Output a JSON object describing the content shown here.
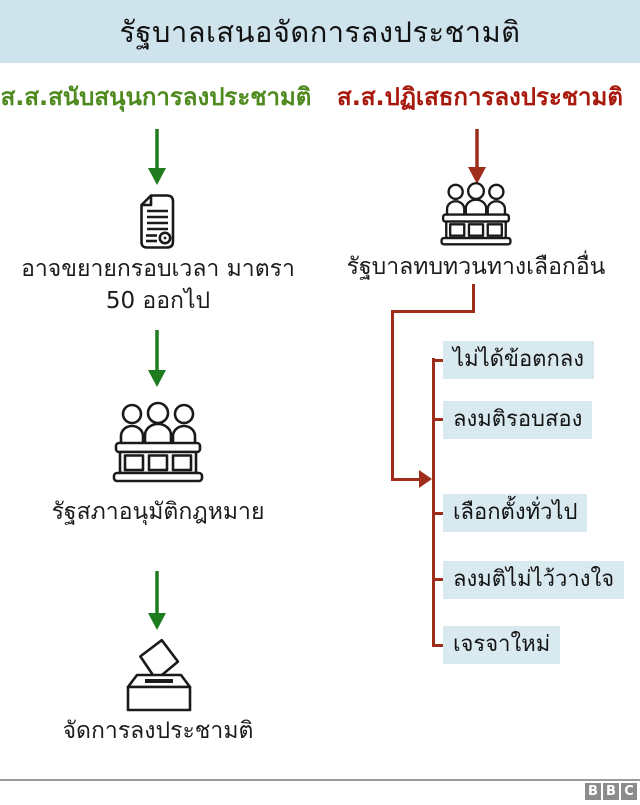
{
  "title": "รัฐบาลเสนอจัดการลงประชามติ",
  "left_column": {
    "header": "ส.ส.สนับสนุนการลงประชามติ",
    "step1": {
      "icon": "document-icon",
      "label_line1": "อาจขยายกรอบเวลา  มาตรา",
      "label_line2": "50 ออกไป"
    },
    "step2": {
      "icon": "parliament-icon",
      "label": "รัฐสภาอนุมัติกฎหมาย"
    },
    "step3": {
      "icon": "ballot-box-icon",
      "label": "จัดการลงประชามติ"
    }
  },
  "right_column": {
    "header": "ส.ส.ปฏิเสธการลงประชามติ",
    "step1": {
      "icon": "parliament-icon",
      "label": "รัฐบาลทบทวนทางเลือกอื่น"
    },
    "options": [
      "ไม่ได้ข้อตกลง",
      "ลงมติรอบสอง",
      "เลือกตั้งทั่วไป",
      "ลงมติไม่ไว้วางใจ",
      "เจรจาใหม่"
    ]
  },
  "colors": {
    "title_bg": "#cfe3ec",
    "option_bg": "#d8e9f0",
    "support_green": "#4f8a1e",
    "arrow_green": "#1e7b1e",
    "reject_red": "#a8190d",
    "line_red": "#9e2d1c",
    "icon_black": "#1a1a1a",
    "footer_gray": "#8c8c8c"
  },
  "footer": {
    "logo_letters": [
      "B",
      "B",
      "C"
    ]
  }
}
